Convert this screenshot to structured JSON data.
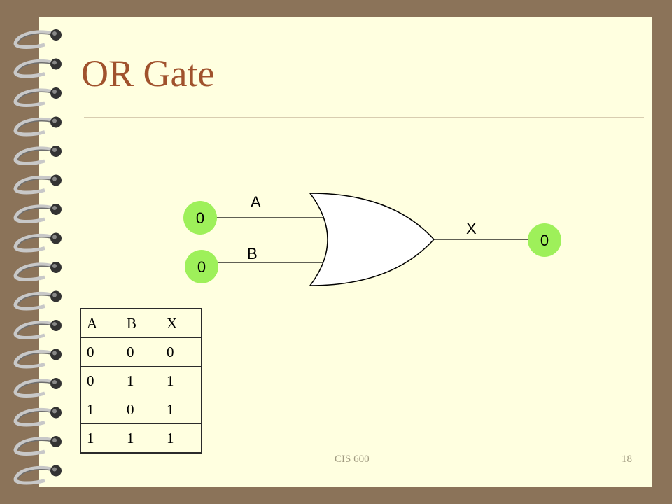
{
  "slide": {
    "title": "OR Gate",
    "footer_course": "CIS 600",
    "page_number": "18"
  },
  "circuit": {
    "input_a_label": "A",
    "input_b_label": "B",
    "output_label": "X",
    "input_a_value": "0",
    "input_b_value": "0",
    "output_value": "0",
    "node_color": "#9EF05A",
    "gate_fill": "#FFFFFF"
  },
  "truth_table": {
    "headers": [
      "A",
      "B",
      "X"
    ],
    "rows": [
      [
        "0",
        "0",
        "0"
      ],
      [
        "0",
        "1",
        "1"
      ],
      [
        "1",
        "0",
        "1"
      ],
      [
        "1",
        "1",
        "1"
      ]
    ]
  },
  "colors": {
    "background": "#8B7359",
    "slide": "#FFFFE0",
    "title": "#A0522D"
  }
}
